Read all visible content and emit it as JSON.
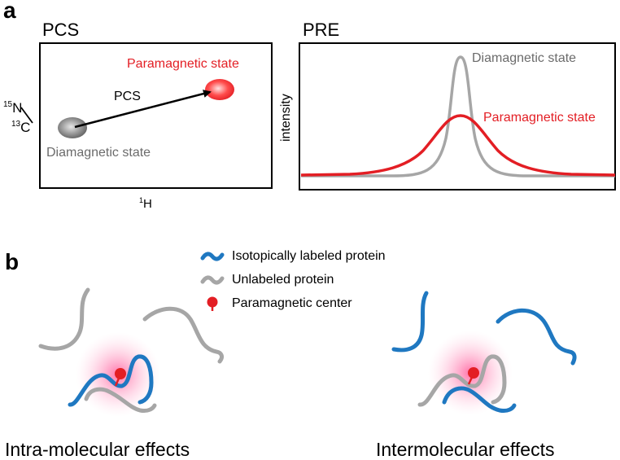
{
  "panel_a": {
    "label": "a",
    "pcs": {
      "title": "PCS",
      "y_axis_top": "15N",
      "y_axis_bottom": "13C",
      "x_axis": "1H",
      "arrow_label": "PCS",
      "paramagnetic_label": "Paramagnetic state",
      "diamagnetic_label": "Diamagnetic state"
    },
    "pre": {
      "title": "PRE",
      "y_axis": "intensity",
      "diamagnetic_label": "Diamagnetic state",
      "paramagnetic_label": "Paramagnetic state"
    }
  },
  "panel_b": {
    "label": "b",
    "legend": [
      {
        "text": "Isotopically labeled protein",
        "color": "#1f78c1"
      },
      {
        "text": "Unlabeled protein",
        "color": "#a6a6a6"
      },
      {
        "text": "Paramagnetic center",
        "color": "#e31e24"
      }
    ],
    "left_caption": "Intra-molecular effects",
    "right_caption": "Intermolecular effects"
  },
  "colors": {
    "blue": "#1f78c1",
    "gray": "#a6a6a6",
    "red": "#e31e24",
    "dark_gray": "#6b6b6b"
  }
}
